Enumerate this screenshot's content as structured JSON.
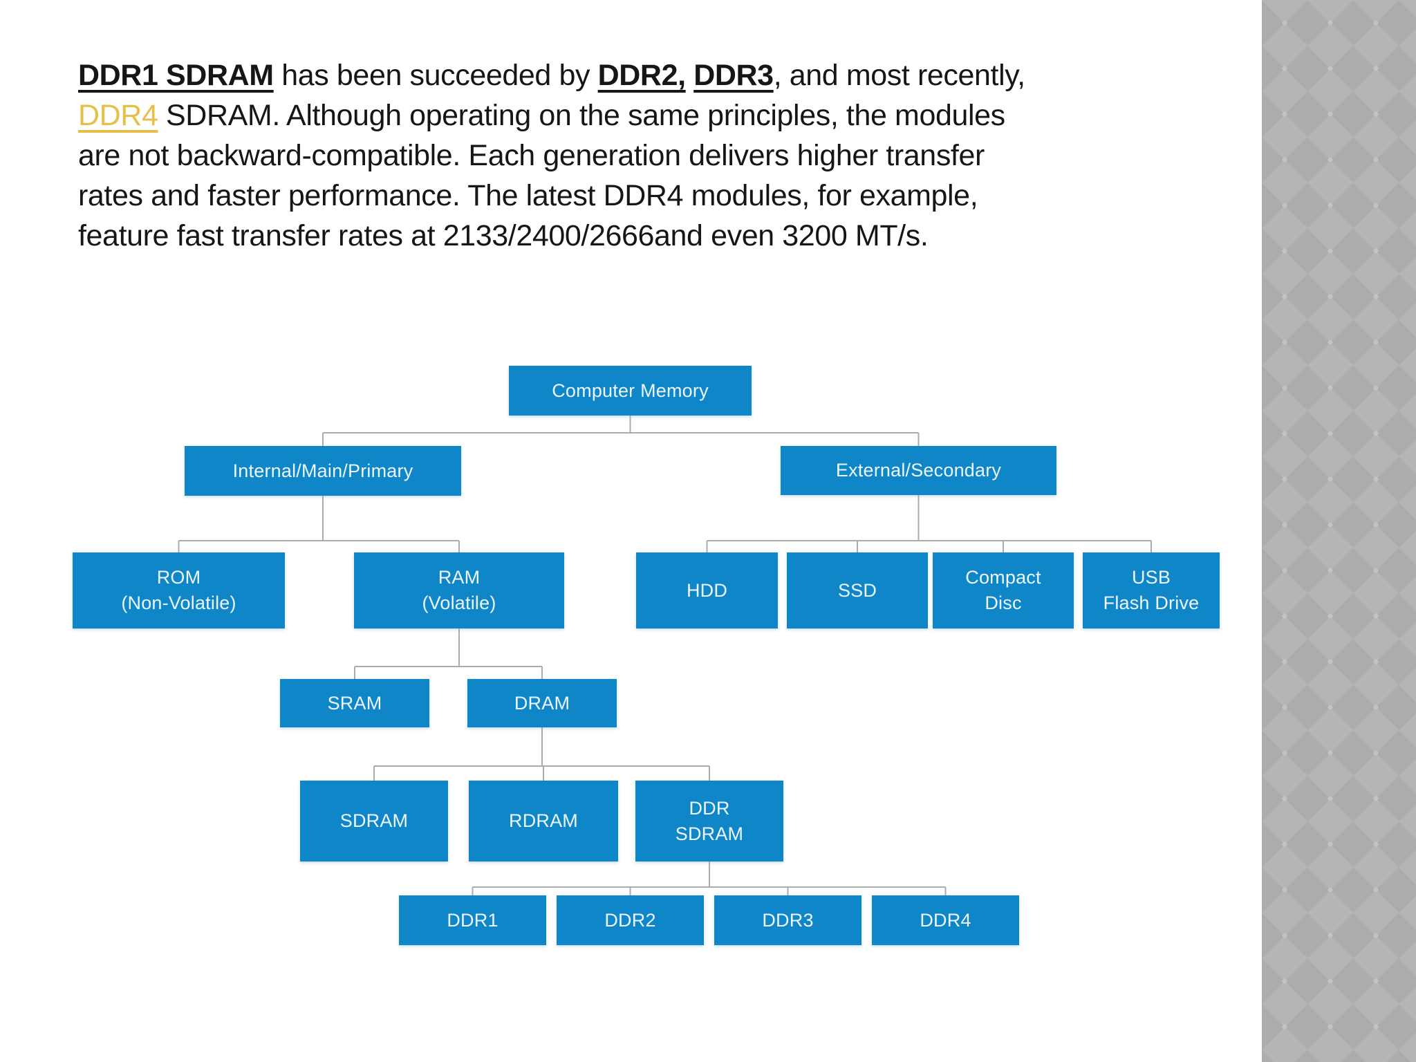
{
  "slide": {
    "background": "#ffffff",
    "box_blue": "#0e86c8",
    "box_text_color": "#edf7fd",
    "connector_gray": "#ababab",
    "body_text_color": "#161616",
    "link_yellow": "#e7c04b",
    "strip_base_gray": "#b5b5b5",
    "strip_diamond_gray": "#acacac"
  },
  "paragraph": {
    "lines": [
      [
        {
          "text": "DDR1 SDRAM",
          "style": "bold-underline"
        },
        {
          "text": " has been succeeded by ",
          "style": "normal"
        },
        {
          "text": "DDR2,",
          "style": "bold-underline"
        },
        {
          "text": " ",
          "style": "normal"
        },
        {
          "text": "DDR3",
          "style": "bold-underline"
        },
        {
          "text": ", and most recently,",
          "style": "normal"
        }
      ],
      [
        {
          "text": "DDR4",
          "style": "link-yellow"
        },
        {
          "text": " SDRAM. Although operating on the same principles, the modules",
          "style": "normal"
        }
      ],
      [
        {
          "text": "are not backward-compatible. Each generation delivers higher transfer",
          "style": "normal"
        }
      ],
      [
        {
          "text": "rates and faster performance. The latest DDR4 modules, for example,",
          "style": "normal"
        }
      ],
      [
        {
          "text": "feature fast transfer rates at 2133/2400/2666and even 3200 MT/s.",
          "style": "normal"
        }
      ]
    ]
  },
  "diagram": {
    "nodes": [
      {
        "id": "computer-memory",
        "label": [
          "Computer Memory"
        ]
      },
      {
        "id": "internal",
        "label": [
          "Internal/Main/Primary"
        ]
      },
      {
        "id": "external",
        "label": [
          "External/Secondary"
        ]
      },
      {
        "id": "rom",
        "label": [
          "ROM",
          "(Non-Volatile)"
        ]
      },
      {
        "id": "ram",
        "label": [
          "RAM",
          "(Volatile)"
        ]
      },
      {
        "id": "hdd",
        "label": [
          "HDD"
        ]
      },
      {
        "id": "ssd",
        "label": [
          "SSD"
        ]
      },
      {
        "id": "compact-disc",
        "label": [
          "Compact",
          "Disc"
        ]
      },
      {
        "id": "usb-flash-drive",
        "label": [
          "USB",
          "Flash Drive"
        ]
      },
      {
        "id": "sram",
        "label": [
          "SRAM"
        ]
      },
      {
        "id": "dram",
        "label": [
          "DRAM"
        ]
      },
      {
        "id": "sdram",
        "label": [
          "SDRAM"
        ]
      },
      {
        "id": "rdram",
        "label": [
          "RDRAM"
        ]
      },
      {
        "id": "ddr-sdram",
        "label": [
          "DDR",
          "SDRAM"
        ]
      },
      {
        "id": "ddr1",
        "label": [
          "DDR1"
        ]
      },
      {
        "id": "ddr2",
        "label": [
          "DDR2"
        ]
      },
      {
        "id": "ddr3",
        "label": [
          "DDR3"
        ]
      },
      {
        "id": "ddr4",
        "label": [
          "DDR4"
        ]
      }
    ],
    "edges": [
      {
        "parent": "computer-memory",
        "children": [
          "internal",
          "external"
        ]
      },
      {
        "parent": "internal",
        "children": [
          "rom",
          "ram"
        ]
      },
      {
        "parent": "external",
        "children": [
          "hdd",
          "ssd",
          "compact-disc",
          "usb-flash-drive"
        ]
      },
      {
        "parent": "ram",
        "children": [
          "sram",
          "dram"
        ]
      },
      {
        "parent": "dram",
        "children": [
          "sdram",
          "rdram",
          "ddr-sdram"
        ]
      },
      {
        "parent": "ddr-sdram",
        "children": [
          "ddr1",
          "ddr2",
          "ddr3",
          "ddr4"
        ]
      }
    ]
  }
}
